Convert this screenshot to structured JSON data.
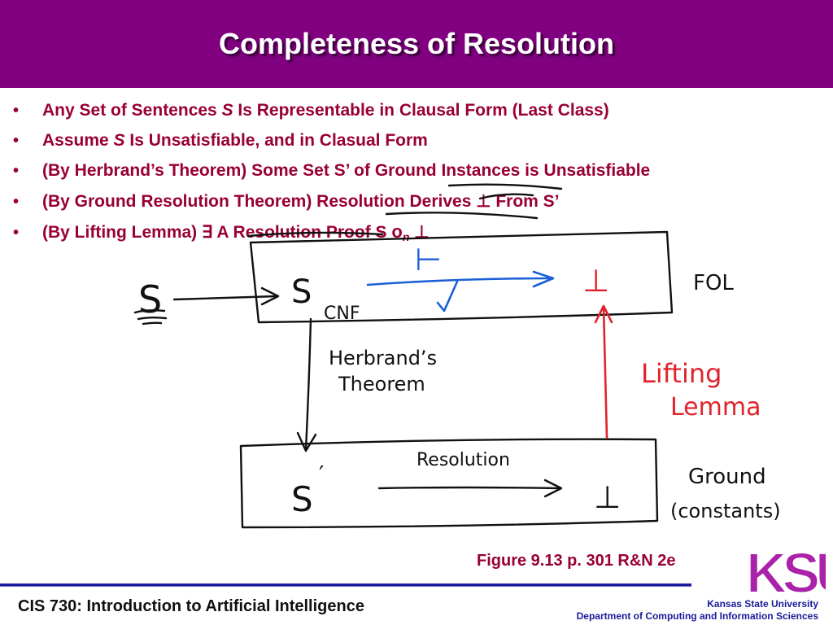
{
  "slide": {
    "title": "Completeness of Resolution",
    "bullets": [
      {
        "marker": "•",
        "before": "Any Set of Sentences ",
        "italic": "S",
        "after": " Is Representable in Clausal Form (Last Class)"
      },
      {
        "marker": "•",
        "before": "Assume ",
        "italic": "S",
        "after": " Is Unsatisfiable, and in Clasual Form"
      },
      {
        "marker": "•",
        "text": "(By Herbrand’s Theorem) Some Set S’ of Ground Instances is Unsatisfiable"
      },
      {
        "marker": "•",
        "text": "(By Ground Resolution Theorem) Resolution Derives ⊥ From S’"
      },
      {
        "marker": "•",
        "before": "(By Lifting Lemma) ∃ A Resolution Proof S ",
        "circle": "o",
        "sub": "n",
        "after": " ⊥"
      }
    ]
  },
  "annotations": {
    "s_left": "S",
    "s_cnf": "S",
    "cnf": "CNF",
    "turnstile": "⊢",
    "bottom_top": "⊥",
    "fol": "FOL",
    "herbrand_1": "Herbrand’s",
    "herbrand_2": "Theorem",
    "lifting_1": "Lifting",
    "lifting_2": "Lemma",
    "resolution": "Resolution",
    "s_prime": "S",
    "prime": "′",
    "bottom_low": "⊥",
    "ground_1": "Ground",
    "ground_2": "(constants)"
  },
  "figure_ref": "Figure 9.13 p. 301 R&N 2e",
  "footer": {
    "course": "CIS 730: Introduction to Artificial Intelligence",
    "logo": "KSU",
    "university": "Kansas State University",
    "department": "Department of Computing and Information Sciences"
  },
  "colors": {
    "title_bg": "#800080",
    "bullet_text": "#990033",
    "ink_blue": "#1a5fd6",
    "ink_red": "#e0232c",
    "footer_blue": "#1a1a9a",
    "logo": "#aa22aa"
  }
}
